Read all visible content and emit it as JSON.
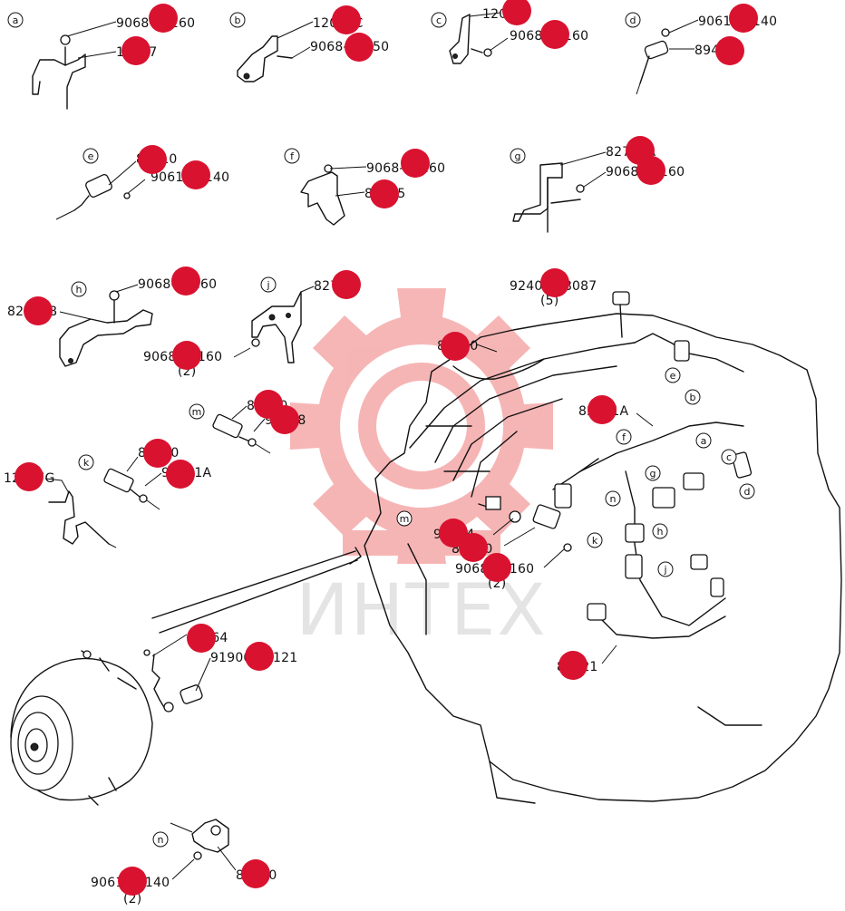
{
  "watermark": {
    "text": "ИНТЕХ",
    "accent_color": "#f07a7a",
    "marker_color": "#d9122f"
  },
  "sections": [
    {
      "letter": "a"
    },
    {
      "letter": "b"
    },
    {
      "letter": "c"
    },
    {
      "letter": "d"
    },
    {
      "letter": "e"
    },
    {
      "letter": "f"
    },
    {
      "letter": "g"
    },
    {
      "letter": "h"
    },
    {
      "letter": "j"
    },
    {
      "letter": "m"
    },
    {
      "letter": "k"
    },
    {
      "letter": "n"
    }
  ],
  "engine_callouts": [
    "e",
    "b",
    "f",
    "a",
    "c",
    "g",
    "d",
    "n",
    "h",
    "k",
    "j",
    "m"
  ],
  "part_labels": [
    "9068-08160",
    "12017",
    "12017C",
    "9068-08250",
    "12010",
    "9068-08160",
    "9061-06140",
    "89411",
    "89410",
    "9061-06140",
    "9068-08160",
    "82715",
    "82702A",
    "9068-08160",
    "9068-08160",
    "82702B",
    "82702",
    "9068-08160",
    "(2)",
    "92400-08087",
    "(5)",
    "82030",
    "83420",
    "96598",
    "82121A",
    "83530",
    "96591A",
    "12017G",
    "96444",
    "82560",
    "9068-08160",
    "(2)",
    "82064",
    "91900-06121",
    "82121",
    "89390",
    "9061-06140",
    "(2)"
  ]
}
